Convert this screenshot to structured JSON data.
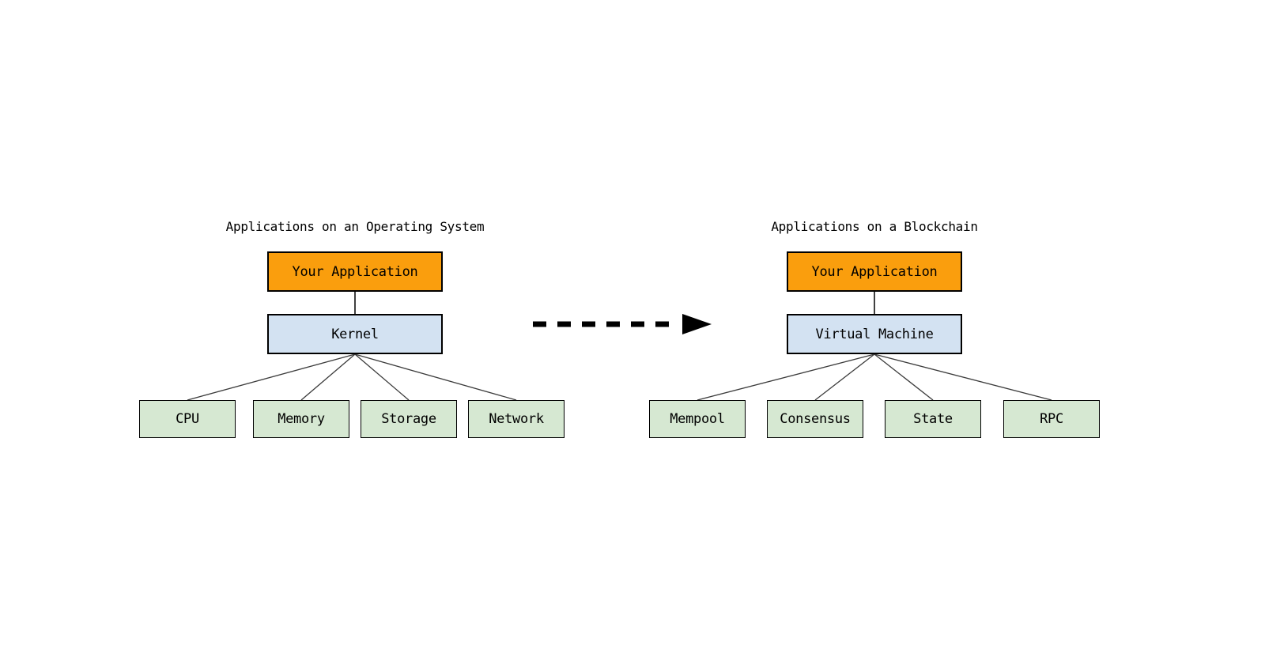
{
  "diagram": {
    "left": {
      "title": "Applications on an Operating System",
      "app_label": "Your Application",
      "middle_label": "Kernel",
      "children": [
        "CPU",
        "Memory",
        "Storage",
        "Network"
      ]
    },
    "right": {
      "title": "Applications on a Blockchain",
      "app_label": "Your Application",
      "middle_label": "Virtual Machine",
      "children": [
        "Mempool",
        "Consensus",
        "State",
        "RPC"
      ]
    },
    "colors": {
      "app_fill": "#FA9E0D",
      "middle_fill": "#D3E2F2",
      "child_fill": "#D6E8D2",
      "border": "#000000",
      "line": "#3B3B3B",
      "arrow": "#000000"
    }
  }
}
